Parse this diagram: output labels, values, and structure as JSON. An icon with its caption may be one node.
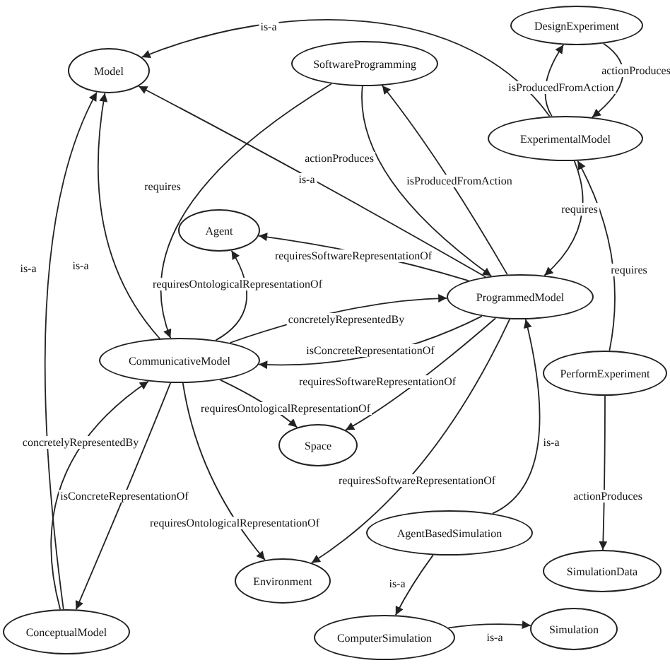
{
  "diagram": {
    "nodes": [
      {
        "text": [
          "Model"
        ]
      },
      {
        "text": [
          "SoftwareProgramming"
        ]
      },
      {
        "text": [
          "DesignExperiment"
        ]
      },
      {
        "text": [
          "ExperimentalModel"
        ]
      },
      {
        "text": [
          "Agent"
        ]
      },
      {
        "text": [
          "ProgrammedModel"
        ]
      },
      {
        "text": [
          "CommunicativeModel"
        ]
      },
      {
        "text": [
          "PerformExperiment"
        ]
      },
      {
        "text": [
          "Space"
        ]
      },
      {
        "text": [
          "AgentBasedSimulation"
        ]
      },
      {
        "text": [
          "SimulationData"
        ]
      },
      {
        "text": [
          "Environment"
        ]
      },
      {
        "text": [
          "ConceptualModel"
        ]
      },
      {
        "text": [
          "ComputerSimulation"
        ]
      },
      {
        "text": [
          "Simulation"
        ]
      }
    ],
    "edges": [
      {
        "from": 3,
        "to": 0,
        "arrow": "to",
        "label": "is-a"
      },
      {
        "from": 1,
        "to": 6,
        "arrow": "to",
        "label": "requires"
      },
      {
        "from": 1,
        "to": 5,
        "arrow": "to",
        "label": "actionProduces"
      },
      {
        "from": 5,
        "to": 1,
        "arrow": "to",
        "label": "isProducedFromAction"
      },
      {
        "from": 5,
        "to": 0,
        "arrow": "to",
        "label": "is-a"
      },
      {
        "from": 3,
        "to": 2,
        "arrow": "to",
        "label": "isProducedFromAction"
      },
      {
        "from": 2,
        "to": 3,
        "arrow": "to",
        "label": "actionProduces"
      },
      {
        "from": 3,
        "to": 5,
        "arrow": "to",
        "label": "requires"
      },
      {
        "from": 7,
        "to": 3,
        "arrow": "to",
        "label": "requires"
      },
      {
        "from": 7,
        "to": 10,
        "arrow": "to",
        "label": "actionProduces"
      },
      {
        "from": 5,
        "to": 4,
        "arrow": "to",
        "label": "requiresSoftwareRepresentationOf"
      },
      {
        "from": 6,
        "to": 4,
        "arrow": "to",
        "label": "requiresOntologicalRepresentationOf"
      },
      {
        "from": 6,
        "to": 5,
        "arrow": "to",
        "label": "concretelyRepresentedBy"
      },
      {
        "from": 5,
        "to": 6,
        "arrow": "to",
        "label": "isConcreteRepresentationOf"
      },
      {
        "from": 5,
        "to": 8,
        "arrow": "to",
        "label": "requiresSoftwareRepresentationOf"
      },
      {
        "from": 6,
        "to": 8,
        "arrow": "to",
        "label": "requiresOntologicalRepresentationOf"
      },
      {
        "from": 5,
        "to": 11,
        "arrow": "to",
        "label": "requiresSoftwareRepresentationOf"
      },
      {
        "from": 6,
        "to": 11,
        "arrow": "to",
        "label": "requiresOntologicalRepresentationOf"
      },
      {
        "from": 6,
        "to": 12,
        "arrow": "to",
        "label": "isConcreteRepresentationOf"
      },
      {
        "from": 12,
        "to": 6,
        "arrow": "to",
        "label": "concretelyRepresentedBy"
      },
      {
        "from": 12,
        "to": 0,
        "arrow": "to",
        "label": "is-a"
      },
      {
        "from": 6,
        "to": 0,
        "arrow": "to",
        "label": "is-a"
      },
      {
        "from": 9,
        "to": 5,
        "arrow": "to",
        "label": "is-a"
      },
      {
        "from": 9,
        "to": 13,
        "arrow": "to",
        "label": "is-a"
      },
      {
        "from": 13,
        "to": 14,
        "arrow": "to",
        "label": "is-a"
      }
    ]
  }
}
